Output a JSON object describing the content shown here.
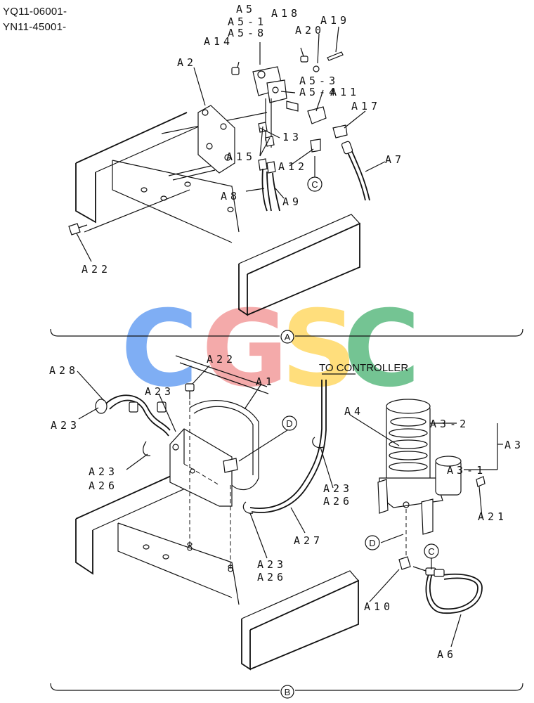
{
  "serials": [
    "YQ11-06001-",
    "YN11-45001-"
  ],
  "watermark": {
    "letters": [
      "C",
      "G",
      "S",
      "C"
    ],
    "colors": [
      "#4f8ff0",
      "#f08a8a",
      "#ffd24a",
      "#3fae6a"
    ]
  },
  "section_labels": [
    "A",
    "B"
  ],
  "circle_refs": [
    "C",
    "D"
  ],
  "note_to_controller": "TO CONTROLLER",
  "callouts_top": [
    "A5",
    "A5-1",
    "A5-8",
    "A18",
    "A20",
    "A19",
    "A14",
    "A2",
    "A5-3",
    "A5-4",
    "A11",
    "A17",
    "13",
    "A15",
    "A12",
    "A7",
    "A8",
    "A9",
    "A22"
  ],
  "callouts_bottom": [
    "A28",
    "A22",
    "A1",
    "A23",
    "A23",
    "A23",
    "A26",
    "A4",
    "A3-2",
    "A3",
    "A3-1",
    "A23",
    "A26",
    "A21",
    "A27",
    "A23",
    "A26",
    "A10",
    "A6"
  ]
}
